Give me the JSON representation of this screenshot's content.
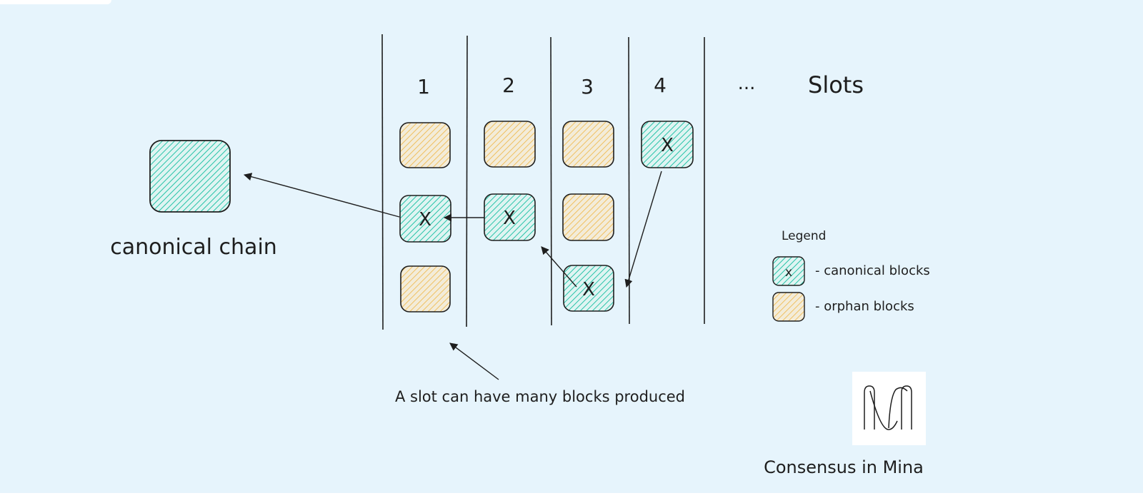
{
  "slot_labels": [
    "1",
    "2",
    "3",
    "4",
    "..."
  ],
  "slots_title": "Slots",
  "canonical_chain_label": "canonical chain",
  "block_mark": "X",
  "annotation": "A slot can have many blocks produced",
  "legend": {
    "title": "Legend",
    "canonical_mark": "x",
    "canonical_label": "- canonical blocks",
    "orphan_label": "- orphan blocks"
  },
  "caption": "Consensus in Mina",
  "colors": {
    "background": "#e6f4fc",
    "canonical_fill": "#27c3a8",
    "orphan_fill": "#f0c060",
    "stroke": "#1e1e1e"
  }
}
